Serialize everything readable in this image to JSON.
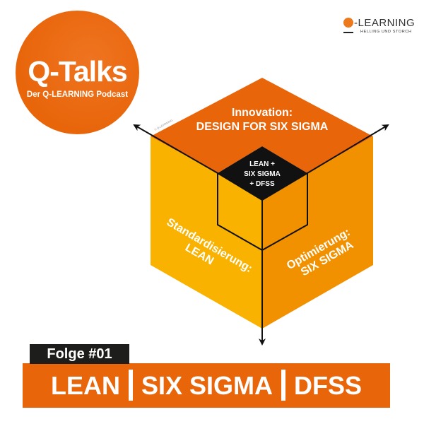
{
  "badge": {
    "title": "Q-Talks",
    "subtitle": "Der Q-LEARNING Podcast"
  },
  "logo": {
    "name": "-LEARNING",
    "tagline": "HELLING UND STORCH"
  },
  "cube": {
    "top_line1": "Innovation:",
    "top_line2": "DESIGN FOR SIX SIGMA",
    "center_line1": "LEAN +",
    "center_line2": "SIX SIGMA",
    "center_line3": "+ DFSS",
    "left_line1": "Standardisierung:",
    "left_line2": "LEAN",
    "right_line1": "Optimierung:",
    "right_line2": "SIX SIGMA",
    "copyright": "© Q-LEARNING"
  },
  "colors": {
    "top": "#e8650a",
    "left": "#f9b200",
    "right": "#f29100",
    "center": "#111111"
  },
  "episode": {
    "label": "Folge #01",
    "topics": [
      "LEAN",
      "SIX SIGMA",
      "DFSS"
    ]
  }
}
